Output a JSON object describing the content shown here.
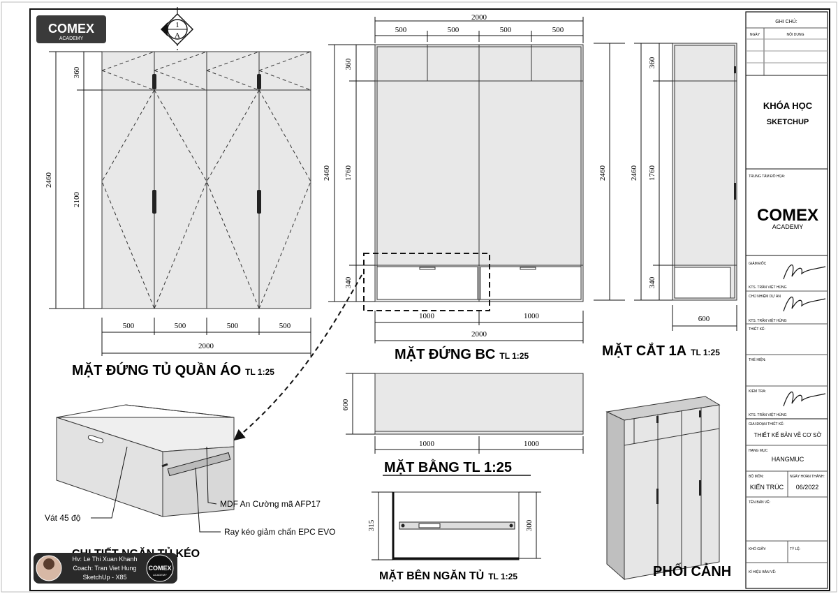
{
  "logo": {
    "brand": "COMEX",
    "sub": "ACADEMY",
    "tag_brand": "COMEX",
    "tag_sub": "ACADEMY"
  },
  "section_mark": {
    "number": "1",
    "letter": "A"
  },
  "views": {
    "wardrobe_front": {
      "title": "MẶT ĐỨNG TỦ QUẦN ÁO",
      "scale": "TL 1:25",
      "dims": {
        "h_top": "360",
        "h_door": "2100",
        "h_total": "2460",
        "w1": "500",
        "w2": "500",
        "w3": "500",
        "w4": "500",
        "w_total": "2000"
      }
    },
    "front_bc": {
      "title": "MẶT ĐỨNG BC",
      "scale": "TL 1:25",
      "dims": {
        "top_total": "2000",
        "t1": "500",
        "t2": "500",
        "t3": "500",
        "t4": "500",
        "h_top": "360",
        "h_mid": "1760",
        "h_total": "2460",
        "h_bottom": "340",
        "b1": "1000",
        "b2": "1000",
        "bottom_total": "2000"
      }
    },
    "section_1a": {
      "title": "MẶT CẮT 1A",
      "scale": "TL 1:25",
      "dims": {
        "h_total": "2460",
        "h_top": "360",
        "h_mid": "1760",
        "h_bottom": "340",
        "depth": "600",
        "total_right": "2460"
      }
    },
    "plan": {
      "title": "MẶT BẰNG TL 1:25",
      "dims": {
        "depth": "600",
        "w1": "1000",
        "w2": "1000"
      }
    },
    "drawer_side": {
      "title": "MẶT BÊN NGĂN TỦ",
      "scale": "TL 1:25",
      "dims": {
        "h_left": "315",
        "h_right": "300"
      }
    },
    "drawer_detail": {
      "title": "CHI TIẾT NGĂN TỦ KÉO",
      "notes": {
        "bevel": "Vát 45 độ",
        "material": "MDF An Cường mã AFP17",
        "rail": "Ray kéo giảm chấn EPC EVO"
      }
    },
    "perspective": {
      "title": "PHỐI CẢNH"
    }
  },
  "student_tag": {
    "line1": "Hv: Le Thi Xuan Khanh",
    "line2": "Coach: Tran Viet Hung",
    "line3": "SketchUp - X85"
  },
  "title_block": {
    "notes_header": "GHI CHÚ:",
    "col_date": "NGÀY",
    "col_content": "NỘI DUNG",
    "course_line1": "KHÓA HỌC",
    "course_line2": "SKETCHUP",
    "center_label": "TRUNG TÂM ĐỒ HỌA:",
    "director_label": "GIÁM ĐỐC",
    "director_name": "KTS. TRẦN VIỆT HÙNG",
    "project_lead_label": "CHỦ NHIỆM DỰ ÁN",
    "project_lead_name": "KTS. TRẦN VIỆT HÙNG",
    "design_label": "THIẾT KẾ:",
    "drawn_label": "THỂ HIỆN:",
    "check_label": "KIỂM TRA:",
    "check_name": "KTS. TRẦN VIỆT HÙNG",
    "stage_label": "GIAI ĐOẠN THIẾT KẾ:",
    "stage_value": "THIẾT KẾ BẢN VẼ CƠ SỞ",
    "item_label": "HẠNG MỤC",
    "item_value": "HANGMUC",
    "dept_label": "BỘ MÔN:",
    "dept_value": "KIẾN TRÚC",
    "finish_label": "NGÀY HOÀN THÀNH:",
    "finish_value": "06/2022",
    "drawing_name_label": "TÊN BẢN VẼ:",
    "paper_label": "KHỔ GIẤY:",
    "ratio_label": "TỶ LỆ:",
    "drawing_no_label": "KÍ HIỆU BẢN VẼ:"
  },
  "colors": {
    "panel": "#e8e8e8",
    "line": "#111111",
    "brand_orange": "#f29a1f",
    "logo_bg": "#3a3a3a"
  }
}
